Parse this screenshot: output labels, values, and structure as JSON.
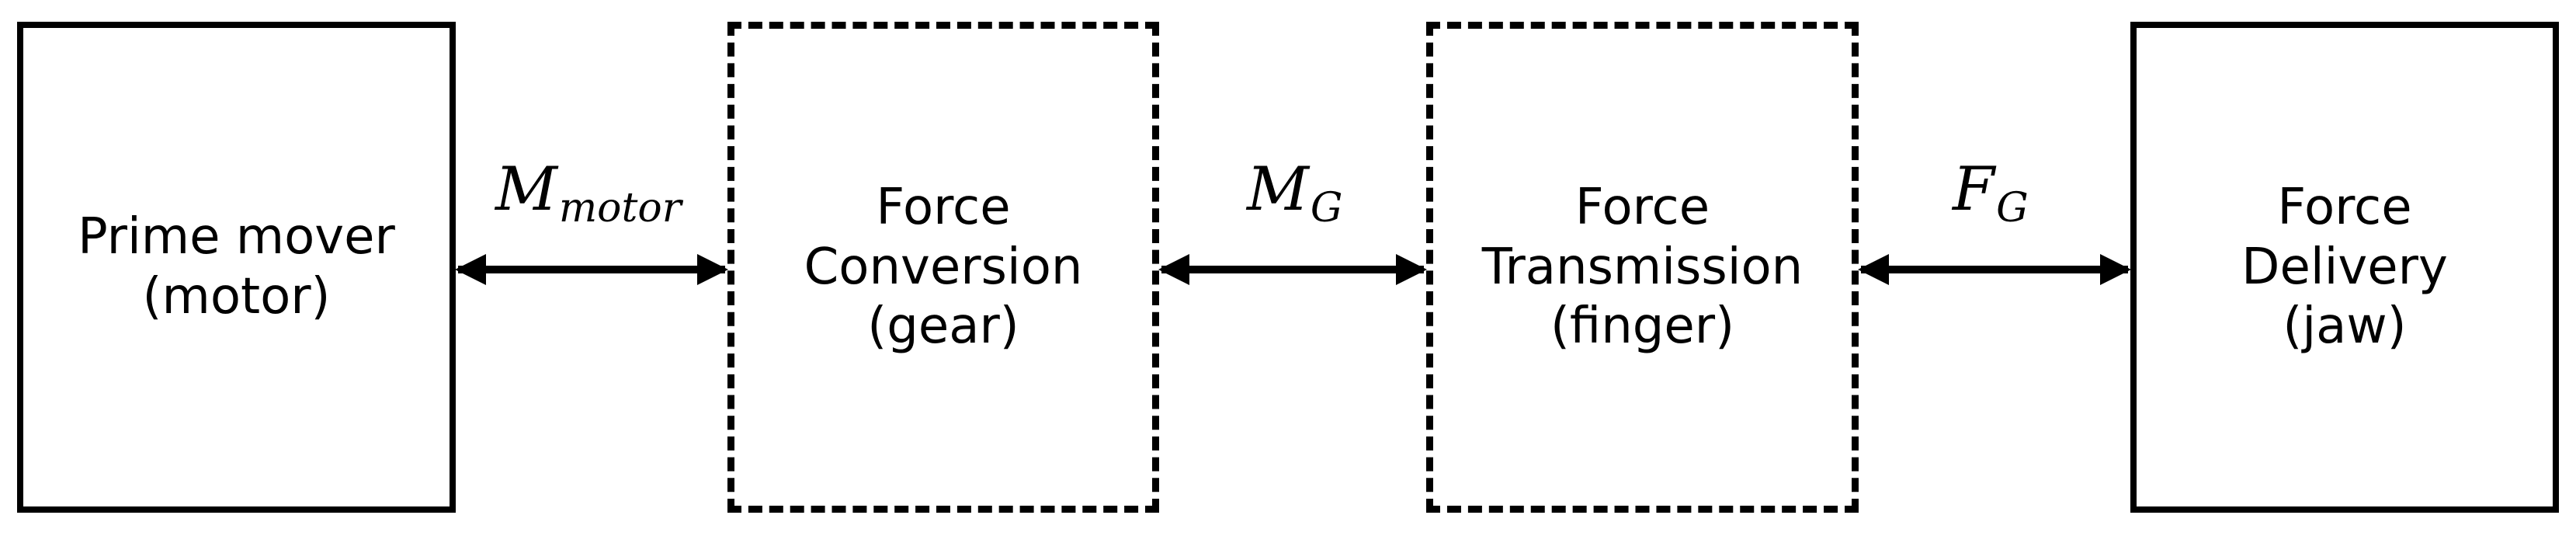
{
  "blocks": [
    {
      "lines": [
        "Prime mover",
        "(motor)"
      ],
      "style": "solid"
    },
    {
      "lines": [
        "Force",
        "Conversion",
        "(gear)"
      ],
      "style": "dashed"
    },
    {
      "lines": [
        "Force",
        "Transmission",
        "(finger)"
      ],
      "style": "dashed"
    },
    {
      "lines": [
        "Force",
        "Delivery",
        "(jaw)"
      ],
      "style": "solid"
    }
  ],
  "links": [
    {
      "symbol": "M",
      "subscript": "motor",
      "direction": "bidirectional"
    },
    {
      "symbol": "M",
      "subscript": "G",
      "direction": "bidirectional"
    },
    {
      "symbol": "F",
      "subscript": "G",
      "direction": "bidirectional"
    }
  ],
  "colors": {
    "stroke": "#000000",
    "background": "#ffffff"
  }
}
